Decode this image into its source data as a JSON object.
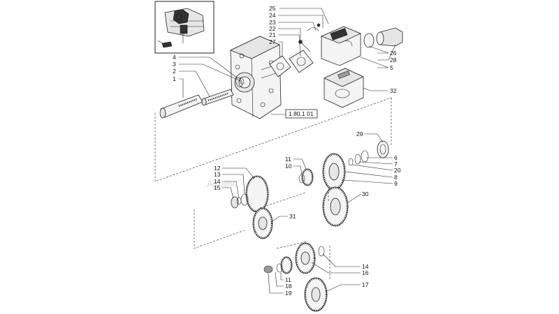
{
  "diagram": {
    "reference_box_label": "1.80.1 01",
    "watermark": "Agriline",
    "callouts": [
      {
        "id": "c25",
        "text": "25"
      },
      {
        "id": "c24",
        "text": "24"
      },
      {
        "id": "c23",
        "text": "23"
      },
      {
        "id": "c22",
        "text": "22"
      },
      {
        "id": "c21",
        "text": "21"
      },
      {
        "id": "c27",
        "text": "27"
      },
      {
        "id": "c26",
        "text": "26"
      },
      {
        "id": "c28",
        "text": "28"
      },
      {
        "id": "c5",
        "text": "5"
      },
      {
        "id": "c4",
        "text": "4"
      },
      {
        "id": "c3",
        "text": "3"
      },
      {
        "id": "c2",
        "text": "2"
      },
      {
        "id": "c1",
        "text": "1"
      },
      {
        "id": "c32",
        "text": "32"
      },
      {
        "id": "c29",
        "text": "29"
      },
      {
        "id": "c6",
        "text": "6"
      },
      {
        "id": "c7",
        "text": "7"
      },
      {
        "id": "c20",
        "text": "20"
      },
      {
        "id": "c8",
        "text": "8"
      },
      {
        "id": "c9",
        "text": "9"
      },
      {
        "id": "c11a",
        "text": "11"
      },
      {
        "id": "c10",
        "text": "10"
      },
      {
        "id": "c12",
        "text": "12"
      },
      {
        "id": "c13",
        "text": "13"
      },
      {
        "id": "c14a",
        "text": "14"
      },
      {
        "id": "c15",
        "text": "15"
      },
      {
        "id": "c30",
        "text": "30"
      },
      {
        "id": "c31",
        "text": "31"
      },
      {
        "id": "c14b",
        "text": "14"
      },
      {
        "id": "c16",
        "text": "16"
      },
      {
        "id": "c17",
        "text": "17"
      },
      {
        "id": "c11b",
        "text": "11"
      },
      {
        "id": "c18",
        "text": "18"
      },
      {
        "id": "c19",
        "text": "19"
      }
    ]
  }
}
